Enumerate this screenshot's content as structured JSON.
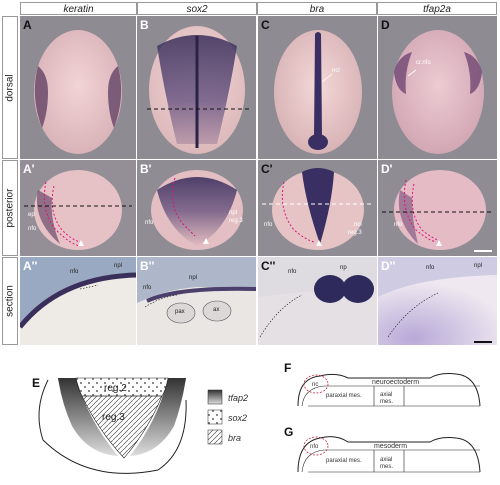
{
  "columns": [
    "keratin",
    "sox2",
    "bra",
    "tfap2a"
  ],
  "rows": [
    "dorsal",
    "posterior",
    "section"
  ],
  "panels": {
    "A": {
      "label": "A"
    },
    "B": {
      "label": "B"
    },
    "C": {
      "label": "C",
      "ann": [
        "ncl"
      ]
    },
    "D": {
      "label": "D",
      "ann": [
        "cr.nfo"
      ]
    },
    "A1": {
      "label": "A'",
      "ann": [
        "ep",
        "nfo"
      ]
    },
    "B1": {
      "label": "B'",
      "ann": [
        "nfo",
        "npl",
        "reg.3"
      ]
    },
    "C1": {
      "label": "C'",
      "ann": [
        "nfo",
        "ncl",
        "reg.3"
      ]
    },
    "D1": {
      "label": "D'",
      "ann": [
        "nfo"
      ]
    },
    "A2": {
      "label": "A''",
      "ann": [
        "nfo",
        "npl"
      ]
    },
    "B2": {
      "label": "B''",
      "ann": [
        "nfo",
        "npl",
        "pax",
        "ax"
      ]
    },
    "C2": {
      "label": "C''",
      "ann": [
        "nfo",
        "np"
      ]
    },
    "D2": {
      "label": "D''",
      "ann": [
        "nfo",
        "npl"
      ]
    }
  },
  "diagram_e": {
    "label": "E",
    "regions": [
      "reg.2",
      "reg.3"
    ],
    "legend": [
      "tfap2",
      "sox2",
      "bra"
    ]
  },
  "diagram_f": {
    "label": "F",
    "texts": [
      "nc",
      "neuroectoderm",
      "paraxial mes.",
      "axial",
      "mes."
    ]
  },
  "diagram_g": {
    "label": "G",
    "texts": [
      "nfo",
      "mesoderm",
      "paraxial mes.",
      "axial",
      "mes."
    ]
  },
  "colors": {
    "embryo": "#e9c6c8",
    "stain": "#4a3b6d",
    "bg_panel": "#8f8c94",
    "section_bg": "#a8b4c8"
  }
}
